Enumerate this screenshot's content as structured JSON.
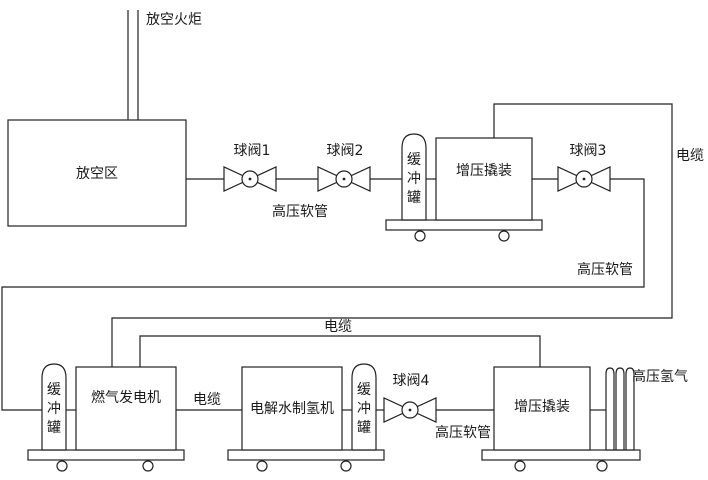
{
  "labels": {
    "flare": "放空火炬",
    "vent_area": "放空区",
    "valve1": "球阀1",
    "valve2": "球阀2",
    "valve3": "球阀3",
    "valve4": "球阀4",
    "hose_top": "高压软管",
    "hose_right": "高压软管",
    "hose_bottom": "高压软管",
    "cable_right": "电缆",
    "cable_mid": "电缆",
    "cable_gen": "电缆",
    "buffer_tank_top": [
      "缓",
      "冲",
      "罐"
    ],
    "buffer_tank_left": [
      "缓",
      "冲",
      "罐"
    ],
    "buffer_tank_mid": [
      "缓",
      "冲",
      "罐"
    ],
    "compressor_top": "增压撬装",
    "compressor_bottom": "增压撬装",
    "generator": "燃气发电机",
    "electrolyzer": "电解水制氢机",
    "hp_hydrogen": "高压氢气"
  }
}
